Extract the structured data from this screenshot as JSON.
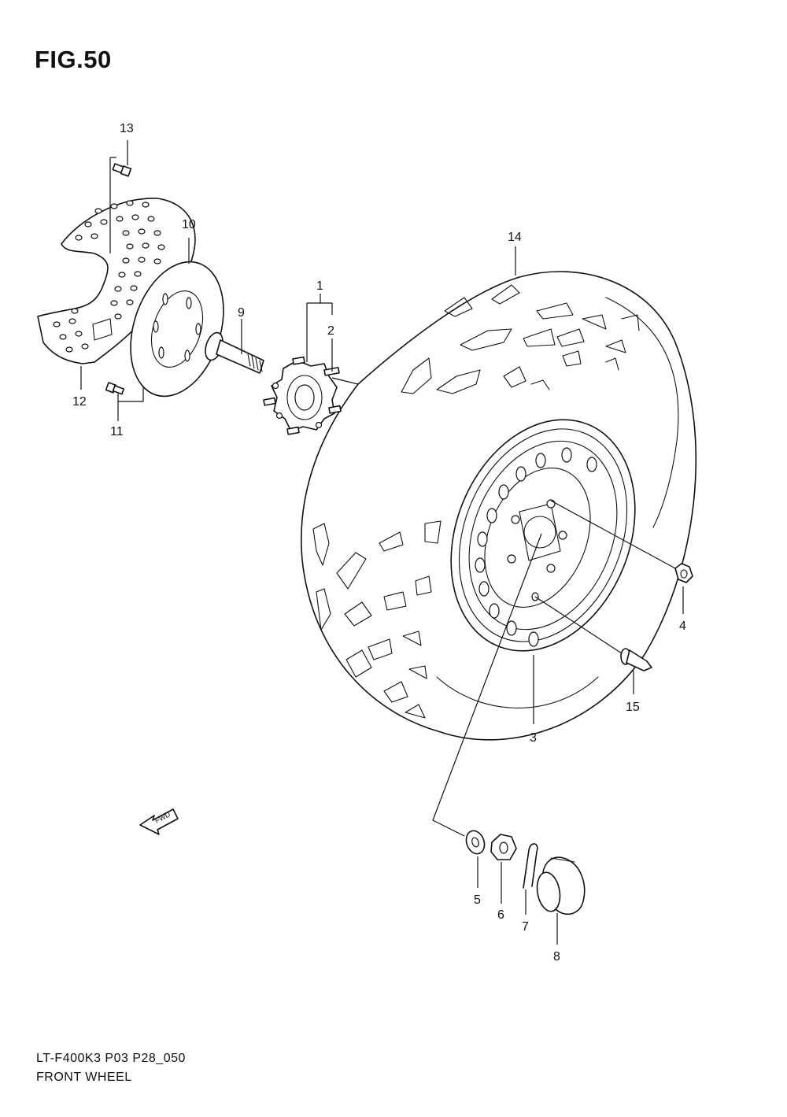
{
  "figure": {
    "title": "FIG.50"
  },
  "footer": {
    "code": "LT-F400K3 P03 P28_050",
    "name": "FRONT WHEEL"
  },
  "fwd_arrow": {
    "label": "FWD"
  },
  "callouts": {
    "c1": "1",
    "c2": "2",
    "c3": "3",
    "c4": "4",
    "c5": "5",
    "c6": "6",
    "c7": "7",
    "c8": "8",
    "c9": "9",
    "c10": "10",
    "c11": "11",
    "c12": "12",
    "c13": "13",
    "c14": "14",
    "c15": "15"
  }
}
